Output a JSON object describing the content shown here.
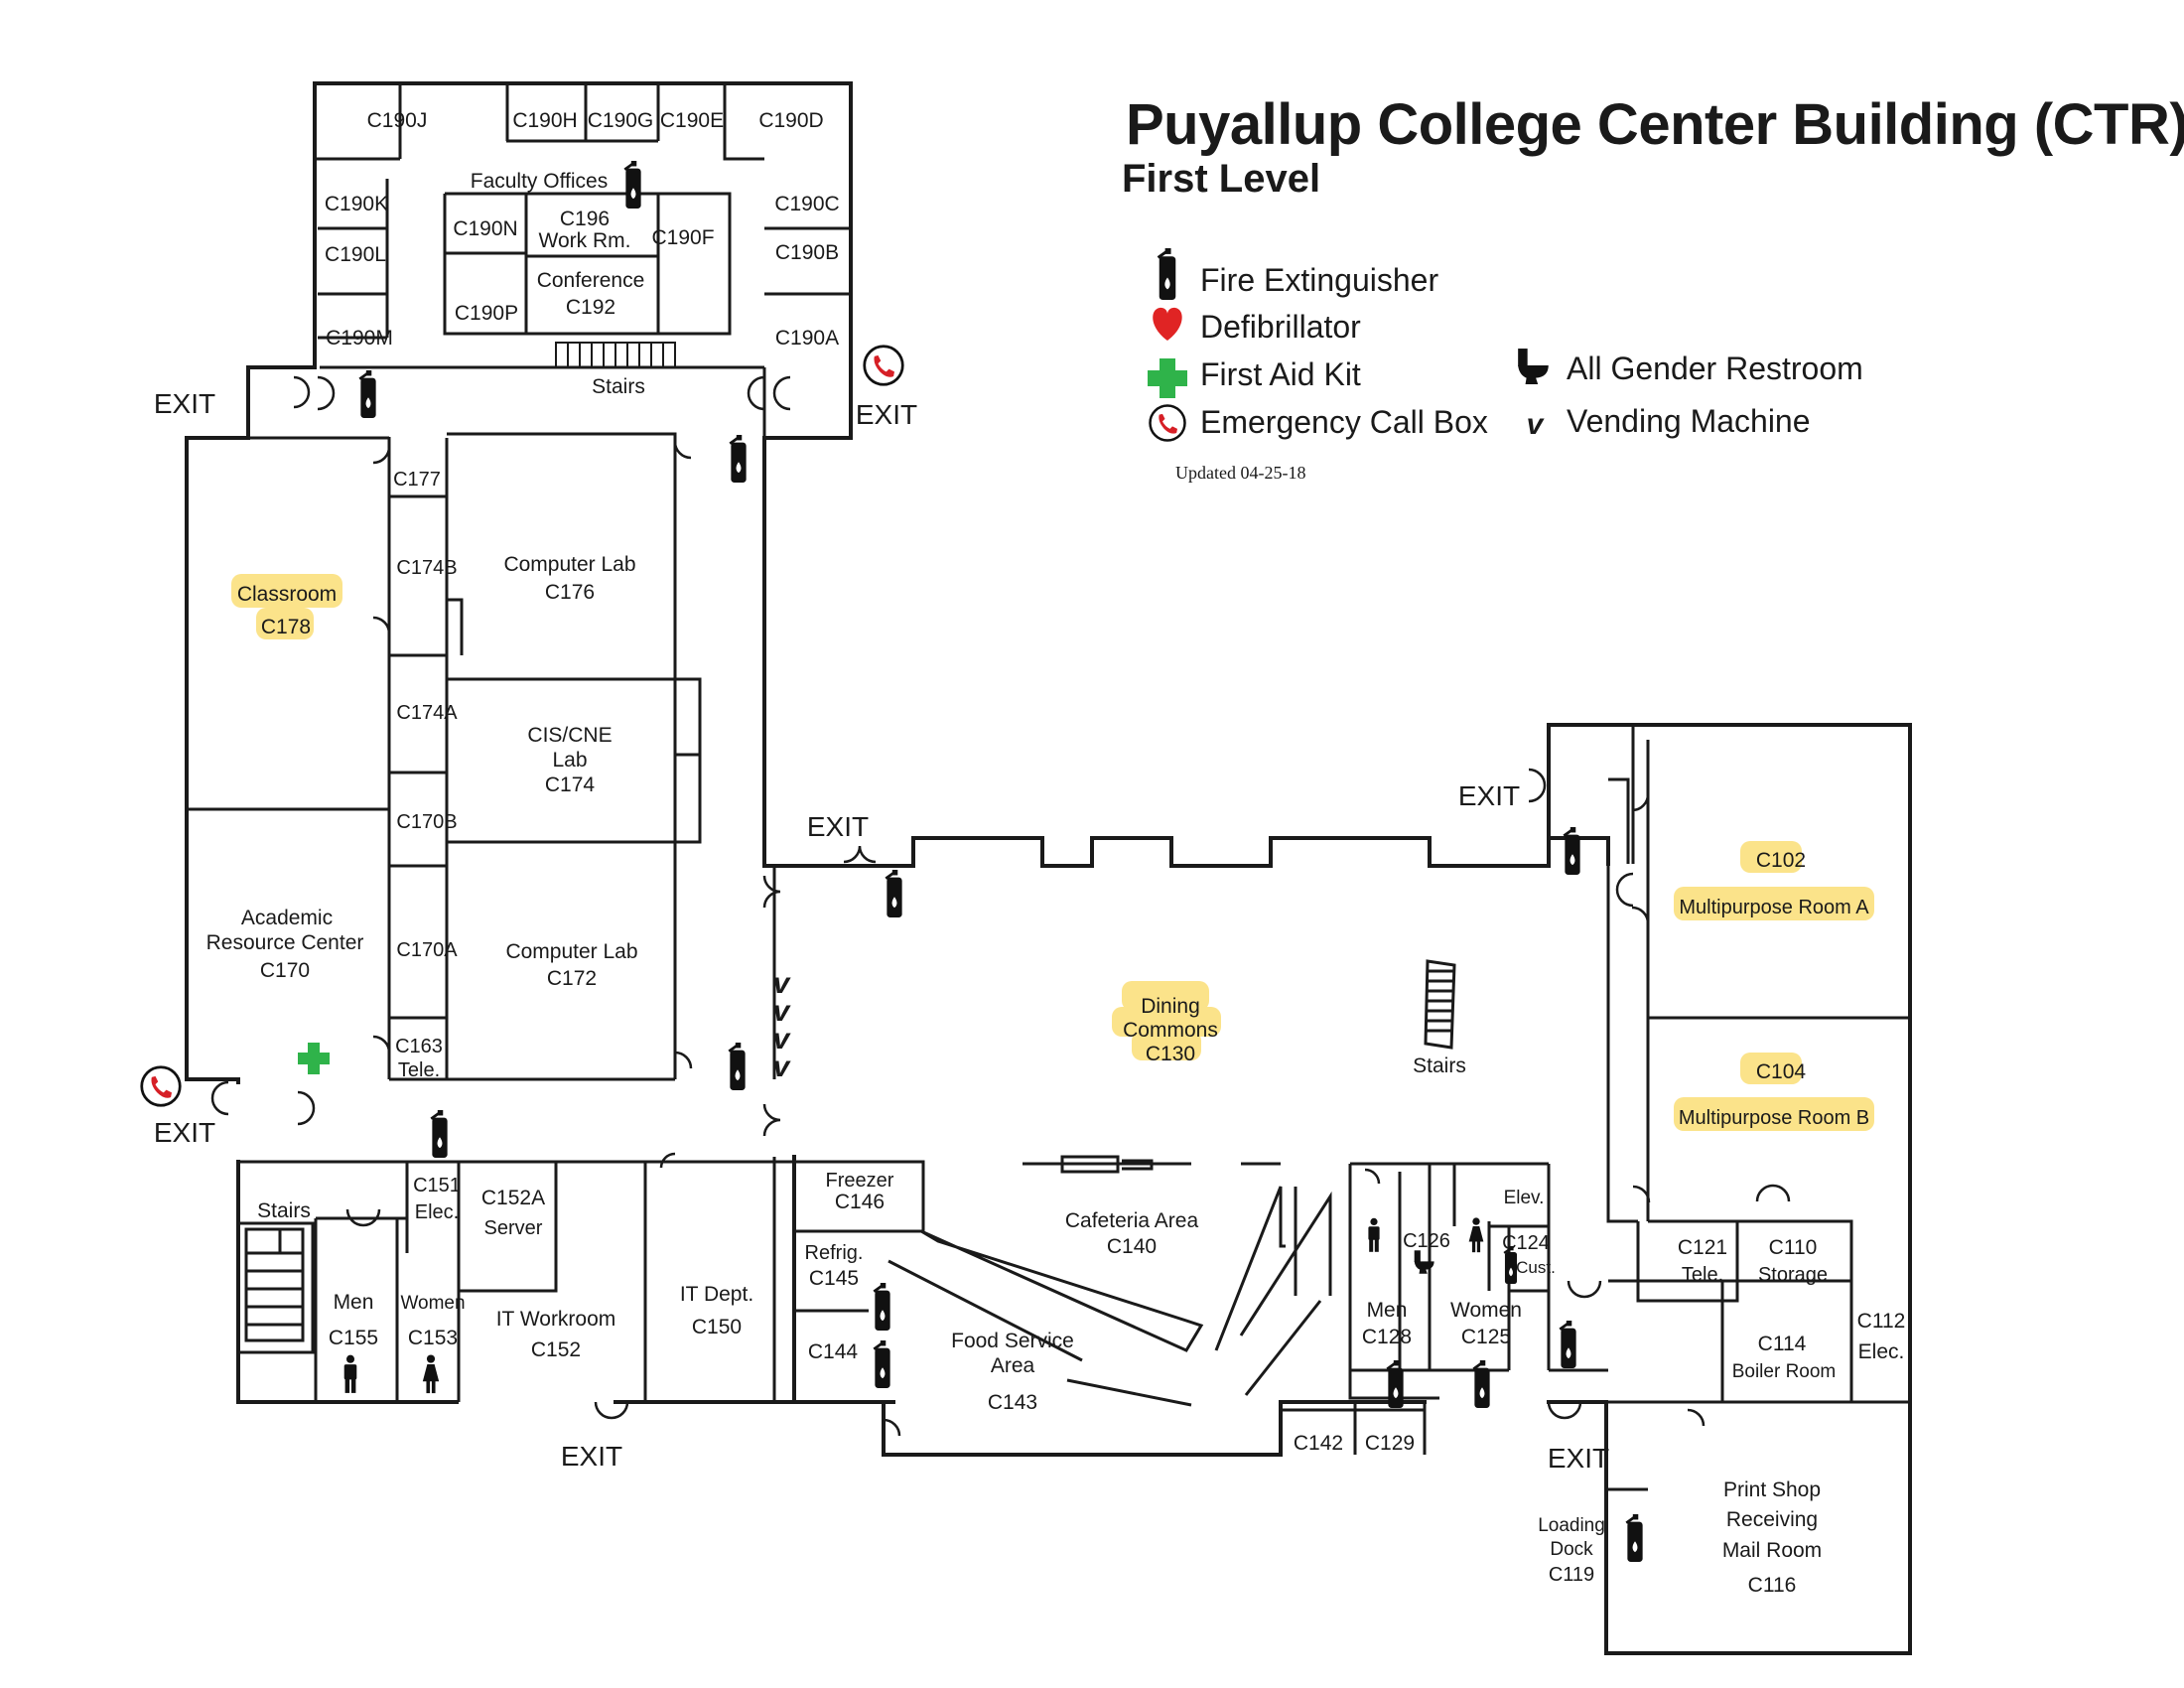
{
  "header": {
    "title": "Puyallup College Center Building (CTR)",
    "subtitle": "First Level",
    "updated": "Updated 04-25-18"
  },
  "legend": [
    {
      "icon": "fire-extinguisher-icon",
      "label": "Fire Extinguisher"
    },
    {
      "icon": "defibrillator-icon",
      "label": "Defibrillator"
    },
    {
      "icon": "first-aid-kit-icon",
      "label": "First Aid Kit"
    },
    {
      "icon": "emergency-call-box-icon",
      "label": "Emergency Call Box"
    },
    {
      "icon": "all-gender-restroom-icon",
      "label": "All Gender Restroom"
    },
    {
      "icon": "vending-machine-icon",
      "label": "Vending Machine"
    }
  ],
  "colors": {
    "wall": "#1a1a1a",
    "highlight": "#fbe38a",
    "defibrillator": "#e02424",
    "first_aid": "#2fb34a",
    "call_box": "#d61f26"
  },
  "rooms": {
    "c190j": "C190J",
    "c190h": "C190H",
    "c190g": "C190G",
    "c190e": "C190E",
    "c190d": "C190D",
    "faculty": "Faculty Offices",
    "c190k": "C190K",
    "c190c": "C190C",
    "c190n": "C190N",
    "c196a": "C196",
    "c196b": "Work Rm.",
    "c190f": "C190F",
    "c190l": "C190L",
    "c190b": "C190B",
    "conf_a": "Conference",
    "conf_b": "C192",
    "c190m": "C190M",
    "c190p": "C190P",
    "c190a": "C190A",
    "stairs_top": "Stairs",
    "c177": "C177",
    "c174b": "C174B",
    "c174a": "C174A",
    "c170b": "C170B",
    "c170a": "C170A",
    "c163a": "C163",
    "c163b": "Tele.",
    "classroom_a": "Classroom",
    "classroom_b": "C178",
    "lab176_a": "Computer Lab",
    "lab176_b": "C176",
    "cis_a": "CIS/CNE",
    "cis_b": "Lab",
    "cis_c": "C174",
    "arc_a": "Academic",
    "arc_b": "Resource Center",
    "arc_c": "C170",
    "lab172_a": "Computer Lab",
    "lab172_b": "C172",
    "dining_a": "Dining",
    "dining_b": "Commons",
    "dining_c": "C130",
    "stairs_mid": "Stairs",
    "c102": "C102",
    "mpa": "Multipurpose Room A",
    "c104": "C104",
    "mpb": "Multipurpose Room B",
    "stairs_left": "Stairs",
    "c151a": "C151",
    "c151b": "Elec.",
    "c152a_a": "C152A",
    "c152a_b": "Server",
    "men155_a": "Men",
    "men155_b": "C155",
    "women153_a": "Women",
    "women153_b": "C153",
    "c152_a": "IT Workroom",
    "c152_b": "C152",
    "c150_a": "IT Dept.",
    "c150_b": "C150",
    "freezer_a": "Freezer",
    "freezer_b": "C146",
    "refrig_a": "Refrig.",
    "refrig_b": "C145",
    "c144": "C144",
    "food_a": "Food Service",
    "food_b": "Area",
    "food_c": "C143",
    "caf_a": "Cafeteria Area",
    "caf_b": "C140",
    "c126": "C126",
    "elev": "Elev.",
    "c124_a": "C124",
    "c124_b": "Cust.",
    "men128_a": "Men",
    "men128_b": "C128",
    "women125_a": "Women",
    "women125_b": "C125",
    "c142": "C142",
    "c129": "C129",
    "c121_a": "C121",
    "c121_b": "Tele.",
    "c110_a": "C110",
    "c110_b": "Storage",
    "c114_a": "C114",
    "c114_b": "Boiler Room",
    "c112_a": "C112",
    "c112_b": "Elec.",
    "load_a": "Loading",
    "load_b": "Dock",
    "load_c": "C119",
    "print_a": "Print Shop",
    "print_b": "Receiving",
    "print_c": "Mail Room",
    "print_d": "C116"
  },
  "exits": {
    "nw": "EXIT",
    "ne": "EXIT",
    "mid": "EXIT",
    "east": "EXIT",
    "w": "EXIT",
    "south": "EXIT",
    "se": "EXIT"
  },
  "vending_glyph": "v"
}
